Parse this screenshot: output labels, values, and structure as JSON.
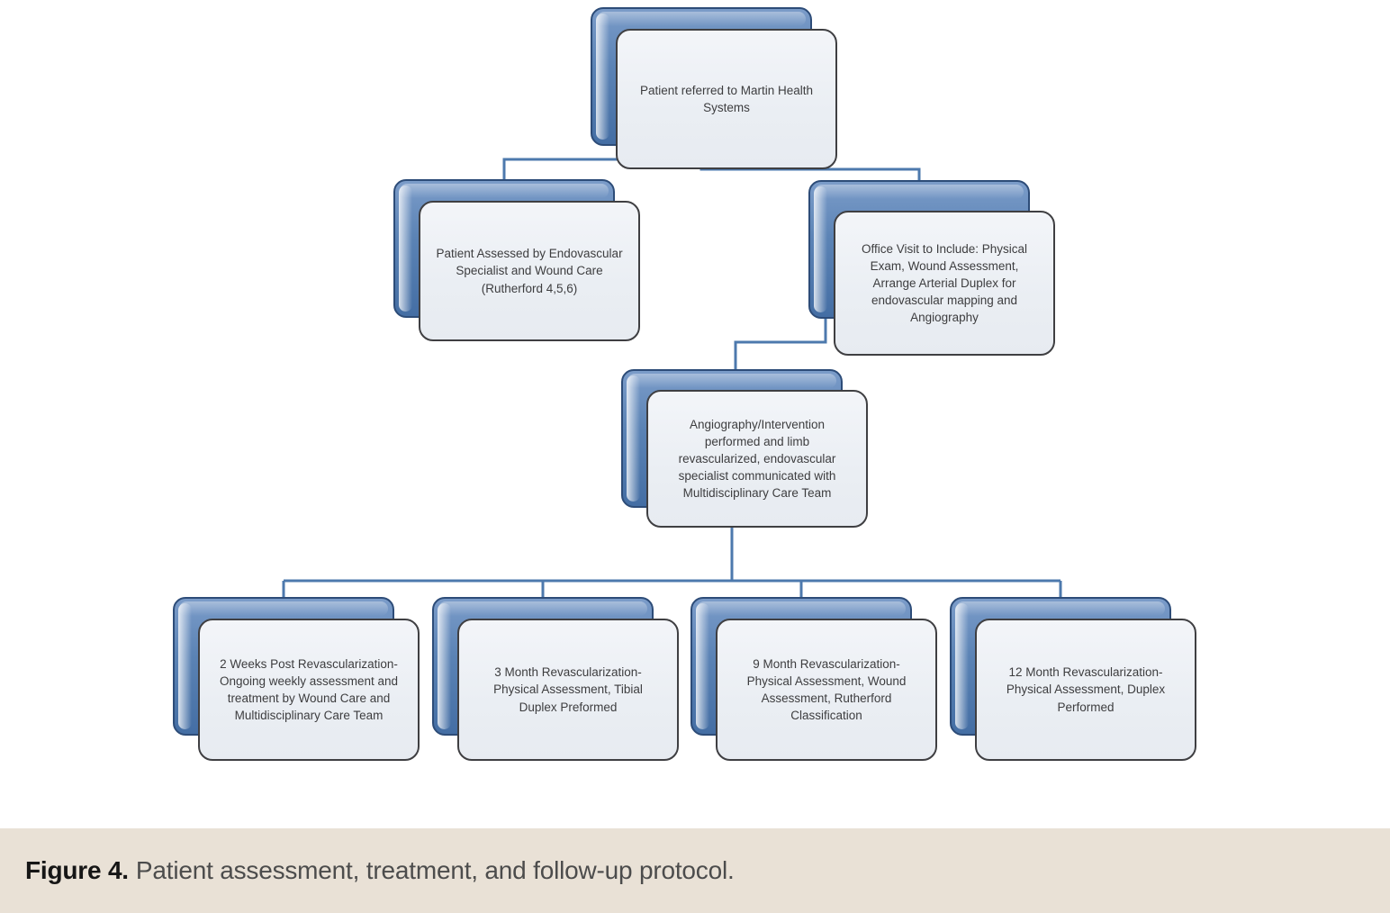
{
  "figure": {
    "caption_label": "Figure 4.",
    "caption_text": "Patient assessment, treatment, and follow-up protocol."
  },
  "diagram": {
    "type": "flowchart-hierarchy",
    "accent_color": "#4d79ad",
    "node_back_color": "#5b83b5",
    "node_front_color": "#eaeef3",
    "caption_strip_color": "#e9e1d6",
    "nodes": [
      {
        "id": "root",
        "level": 1,
        "text": "Patient referred to Martin Health Systems"
      },
      {
        "id": "assess",
        "level": 2,
        "text": "Patient Assessed by Endovascular Specialist and Wound Care (Rutherford 4,5,6)"
      },
      {
        "id": "office",
        "level": 2,
        "text": "Office Visit to Include: Physical Exam, Wound Assessment, Arrange Arterial Duplex for endovascular mapping and Angiography"
      },
      {
        "id": "angio",
        "level": 3,
        "text": "Angiography/Intervention performed and limb revascularized, endovascular specialist communicated with Multidisciplinary Care Team"
      },
      {
        "id": "wk2",
        "level": 4,
        "text": "2 Weeks Post Revascularization-Ongoing weekly assessment and treatment by Wound Care and Multidisciplinary Care Team"
      },
      {
        "id": "m3",
        "level": 4,
        "text": "3 Month Revascularization-Physical Assessment, Tibial Duplex Preformed"
      },
      {
        "id": "m9",
        "level": 4,
        "text": "9 Month Revascularization-Physical Assessment, Wound Assessment, Rutherford Classification"
      },
      {
        "id": "m12",
        "level": 4,
        "text": "12 Month Revascularization-Physical Assessment, Duplex Performed"
      }
    ],
    "edges": [
      {
        "from": "root",
        "to": "assess"
      },
      {
        "from": "root",
        "to": "office"
      },
      {
        "from": "office",
        "to": "angio"
      },
      {
        "from": "angio",
        "to": "wk2"
      },
      {
        "from": "angio",
        "to": "m3"
      },
      {
        "from": "angio",
        "to": "m9"
      },
      {
        "from": "angio",
        "to": "m12"
      }
    ]
  }
}
